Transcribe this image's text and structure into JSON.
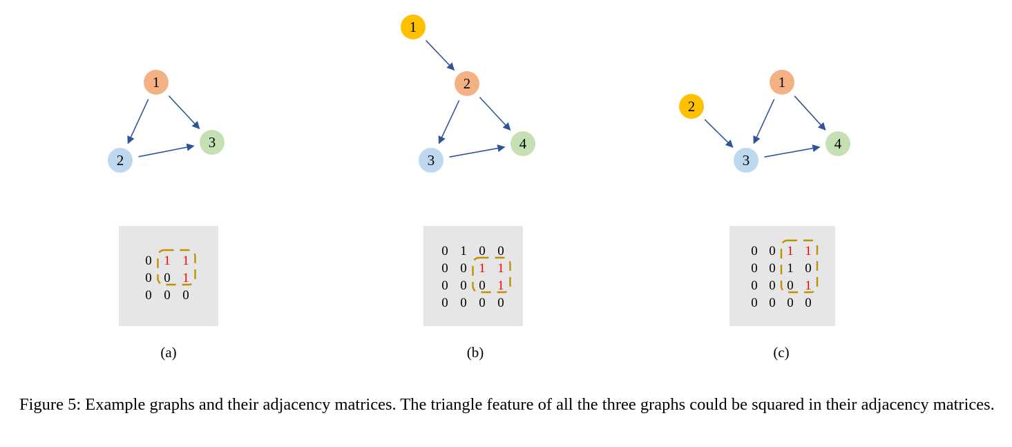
{
  "caption": "Figure 5: Example graphs and their adjacency matrices. The triangle feature of all the three graphs could be squared in their adjacency matrices.",
  "colors": {
    "orange_node": "#f4b183",
    "blue_node": "#bdd7ee",
    "green_node": "#c5e0b4",
    "yellow_node": "#ffc000",
    "arrow": "#2f5597",
    "matrix_bg": "#e7e6e6",
    "highlight_text": "#ff0000",
    "dashed_box": "#bf9000"
  },
  "panels": [
    {
      "label": "(a)",
      "nodes": [
        {
          "id": "1",
          "color": "orange_node"
        },
        {
          "id": "2",
          "color": "blue_node"
        },
        {
          "id": "3",
          "color": "green_node"
        }
      ],
      "edges": [
        [
          "1",
          "2"
        ],
        [
          "1",
          "3"
        ],
        [
          "2",
          "3"
        ]
      ],
      "matrix": [
        [
          "0",
          "1",
          "1"
        ],
        [
          "0",
          "0",
          "1"
        ],
        [
          "0",
          "0",
          "0"
        ]
      ],
      "highlight_cells": [
        [
          0,
          1
        ],
        [
          0,
          2
        ],
        [
          1,
          2
        ]
      ]
    },
    {
      "label": "(b)",
      "nodes": [
        {
          "id": "1",
          "color": "yellow_node"
        },
        {
          "id": "2",
          "color": "orange_node"
        },
        {
          "id": "3",
          "color": "blue_node"
        },
        {
          "id": "4",
          "color": "green_node"
        }
      ],
      "edges": [
        [
          "1",
          "2"
        ],
        [
          "2",
          "3"
        ],
        [
          "2",
          "4"
        ],
        [
          "3",
          "4"
        ]
      ],
      "matrix": [
        [
          "0",
          "1",
          "0",
          "0"
        ],
        [
          "0",
          "0",
          "1",
          "1"
        ],
        [
          "0",
          "0",
          "0",
          "1"
        ],
        [
          "0",
          "0",
          "0",
          "0"
        ]
      ],
      "highlight_cells": [
        [
          1,
          2
        ],
        [
          1,
          3
        ],
        [
          2,
          3
        ]
      ]
    },
    {
      "label": "(c)",
      "nodes": [
        {
          "id": "1",
          "color": "orange_node"
        },
        {
          "id": "2",
          "color": "yellow_node"
        },
        {
          "id": "3",
          "color": "blue_node"
        },
        {
          "id": "4",
          "color": "green_node"
        }
      ],
      "edges": [
        [
          "1",
          "3"
        ],
        [
          "1",
          "4"
        ],
        [
          "2",
          "3"
        ],
        [
          "3",
          "4"
        ]
      ],
      "matrix": [
        [
          "0",
          "0",
          "1",
          "1"
        ],
        [
          "0",
          "0",
          "1",
          "0"
        ],
        [
          "0",
          "0",
          "0",
          "1"
        ],
        [
          "0",
          "0",
          "0",
          "0"
        ]
      ],
      "highlight_cells": [
        [
          0,
          2
        ],
        [
          0,
          3
        ],
        [
          2,
          3
        ]
      ]
    }
  ]
}
